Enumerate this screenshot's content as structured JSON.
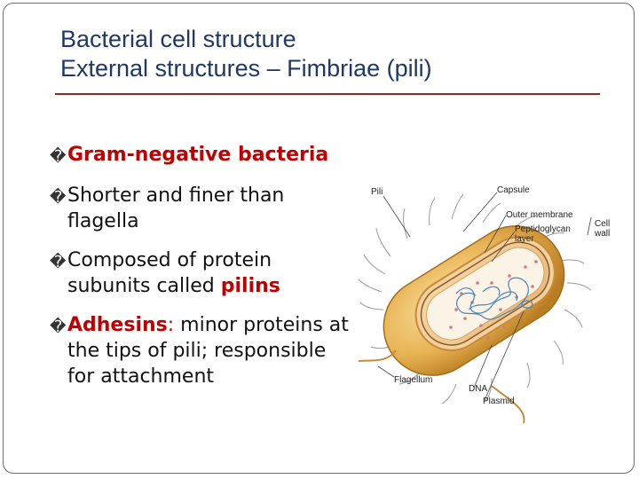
{
  "title": {
    "line1": "Bacterial cell structure",
    "line2": "External structures – Fimbriae (pili)"
  },
  "bullet_symbol": "�",
  "bullets": [
    {
      "text": "Gram-negative bacteria"
    },
    {
      "text": "Shorter and finer than flagella"
    },
    {
      "text_before": "Composed of protein subunits called ",
      "highlight": "pilins"
    },
    {
      "highlight": "Adhesins",
      "colon": ":",
      "text_after": " minor proteins at the tips of pili; responsible for attachment"
    }
  ],
  "diagram_labels": {
    "pili": "Pili",
    "capsule": "Capsule",
    "outer_membrane": "Outer membrane",
    "peptidoglycan": "Peptidoglycan",
    "layer": "layer",
    "cell": "Cell",
    "wall": "wall",
    "flagellum": "Flagellum",
    "dna": "DNA",
    "plasmid": "Plasmid"
  },
  "colors": {
    "title": "#1f3864",
    "rule": "#8b2d1a",
    "highlight": "#c00000",
    "capsule": "#e8b354"
  }
}
